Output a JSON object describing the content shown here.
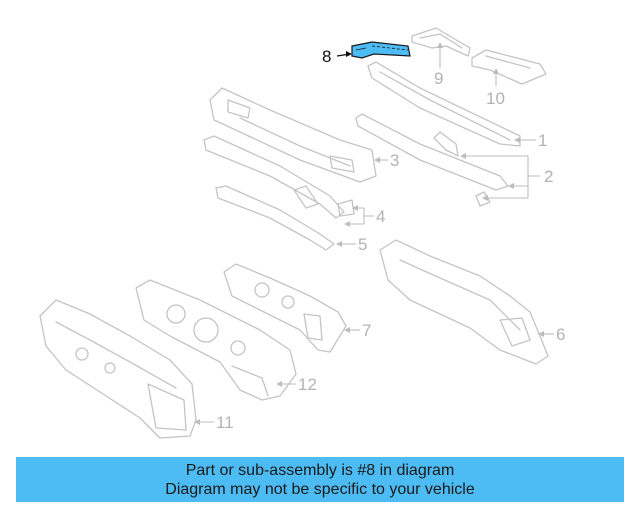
{
  "diagram": {
    "highlight_color": "#4dbcf4",
    "callouts": [
      {
        "id": "1",
        "text": "1"
      },
      {
        "id": "2",
        "text": "2"
      },
      {
        "id": "3",
        "text": "3"
      },
      {
        "id": "4",
        "text": "4"
      },
      {
        "id": "5",
        "text": "5"
      },
      {
        "id": "6",
        "text": "6"
      },
      {
        "id": "7",
        "text": "7"
      },
      {
        "id": "8",
        "text": "8",
        "highlighted": true
      },
      {
        "id": "9",
        "text": "9"
      },
      {
        "id": "10",
        "text": "10"
      },
      {
        "id": "11",
        "text": "11"
      },
      {
        "id": "12",
        "text": "12"
      }
    ]
  },
  "banner": {
    "background": "#4dbcf4",
    "line1": "Part or sub-assembly is #8 in diagram",
    "line2": "Diagram may not be specific to your vehicle"
  }
}
